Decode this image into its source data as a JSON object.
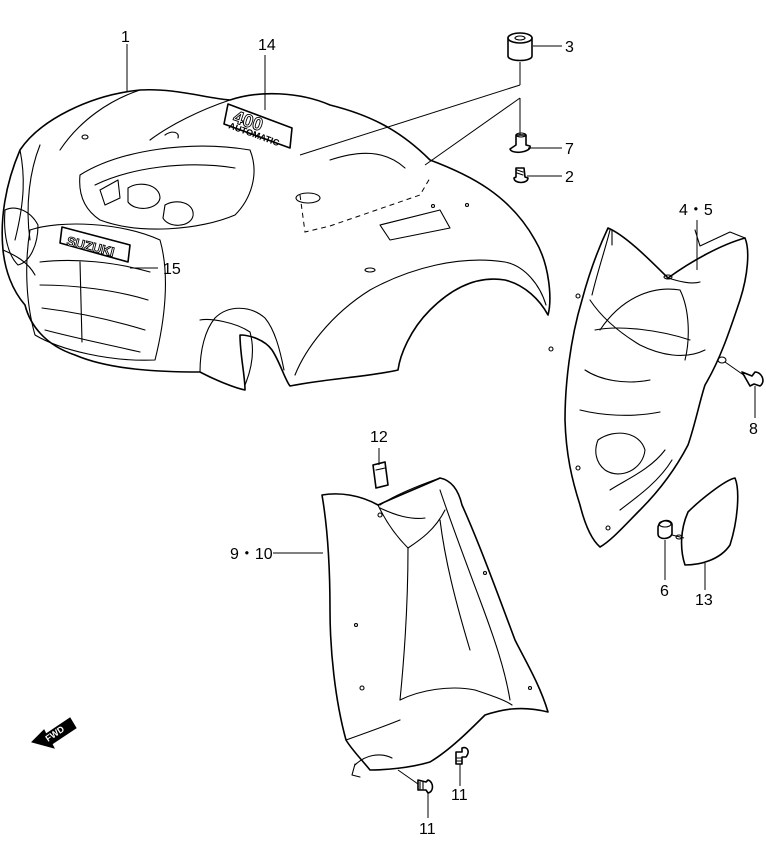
{
  "callouts": {
    "c1": "1",
    "c2": "2",
    "c3": "3",
    "c4_5": "4・5",
    "c6": "6",
    "c7": "7",
    "c8": "8",
    "c9_10": "9・10",
    "c11a": "11",
    "c11b": "11",
    "c12": "12",
    "c13": "13",
    "c14": "14",
    "c15": "15"
  },
  "emblem": {
    "brand": "SUZUKI",
    "model": "400",
    "trim": "AUTOMATIC"
  },
  "fwd_label": "FWD"
}
